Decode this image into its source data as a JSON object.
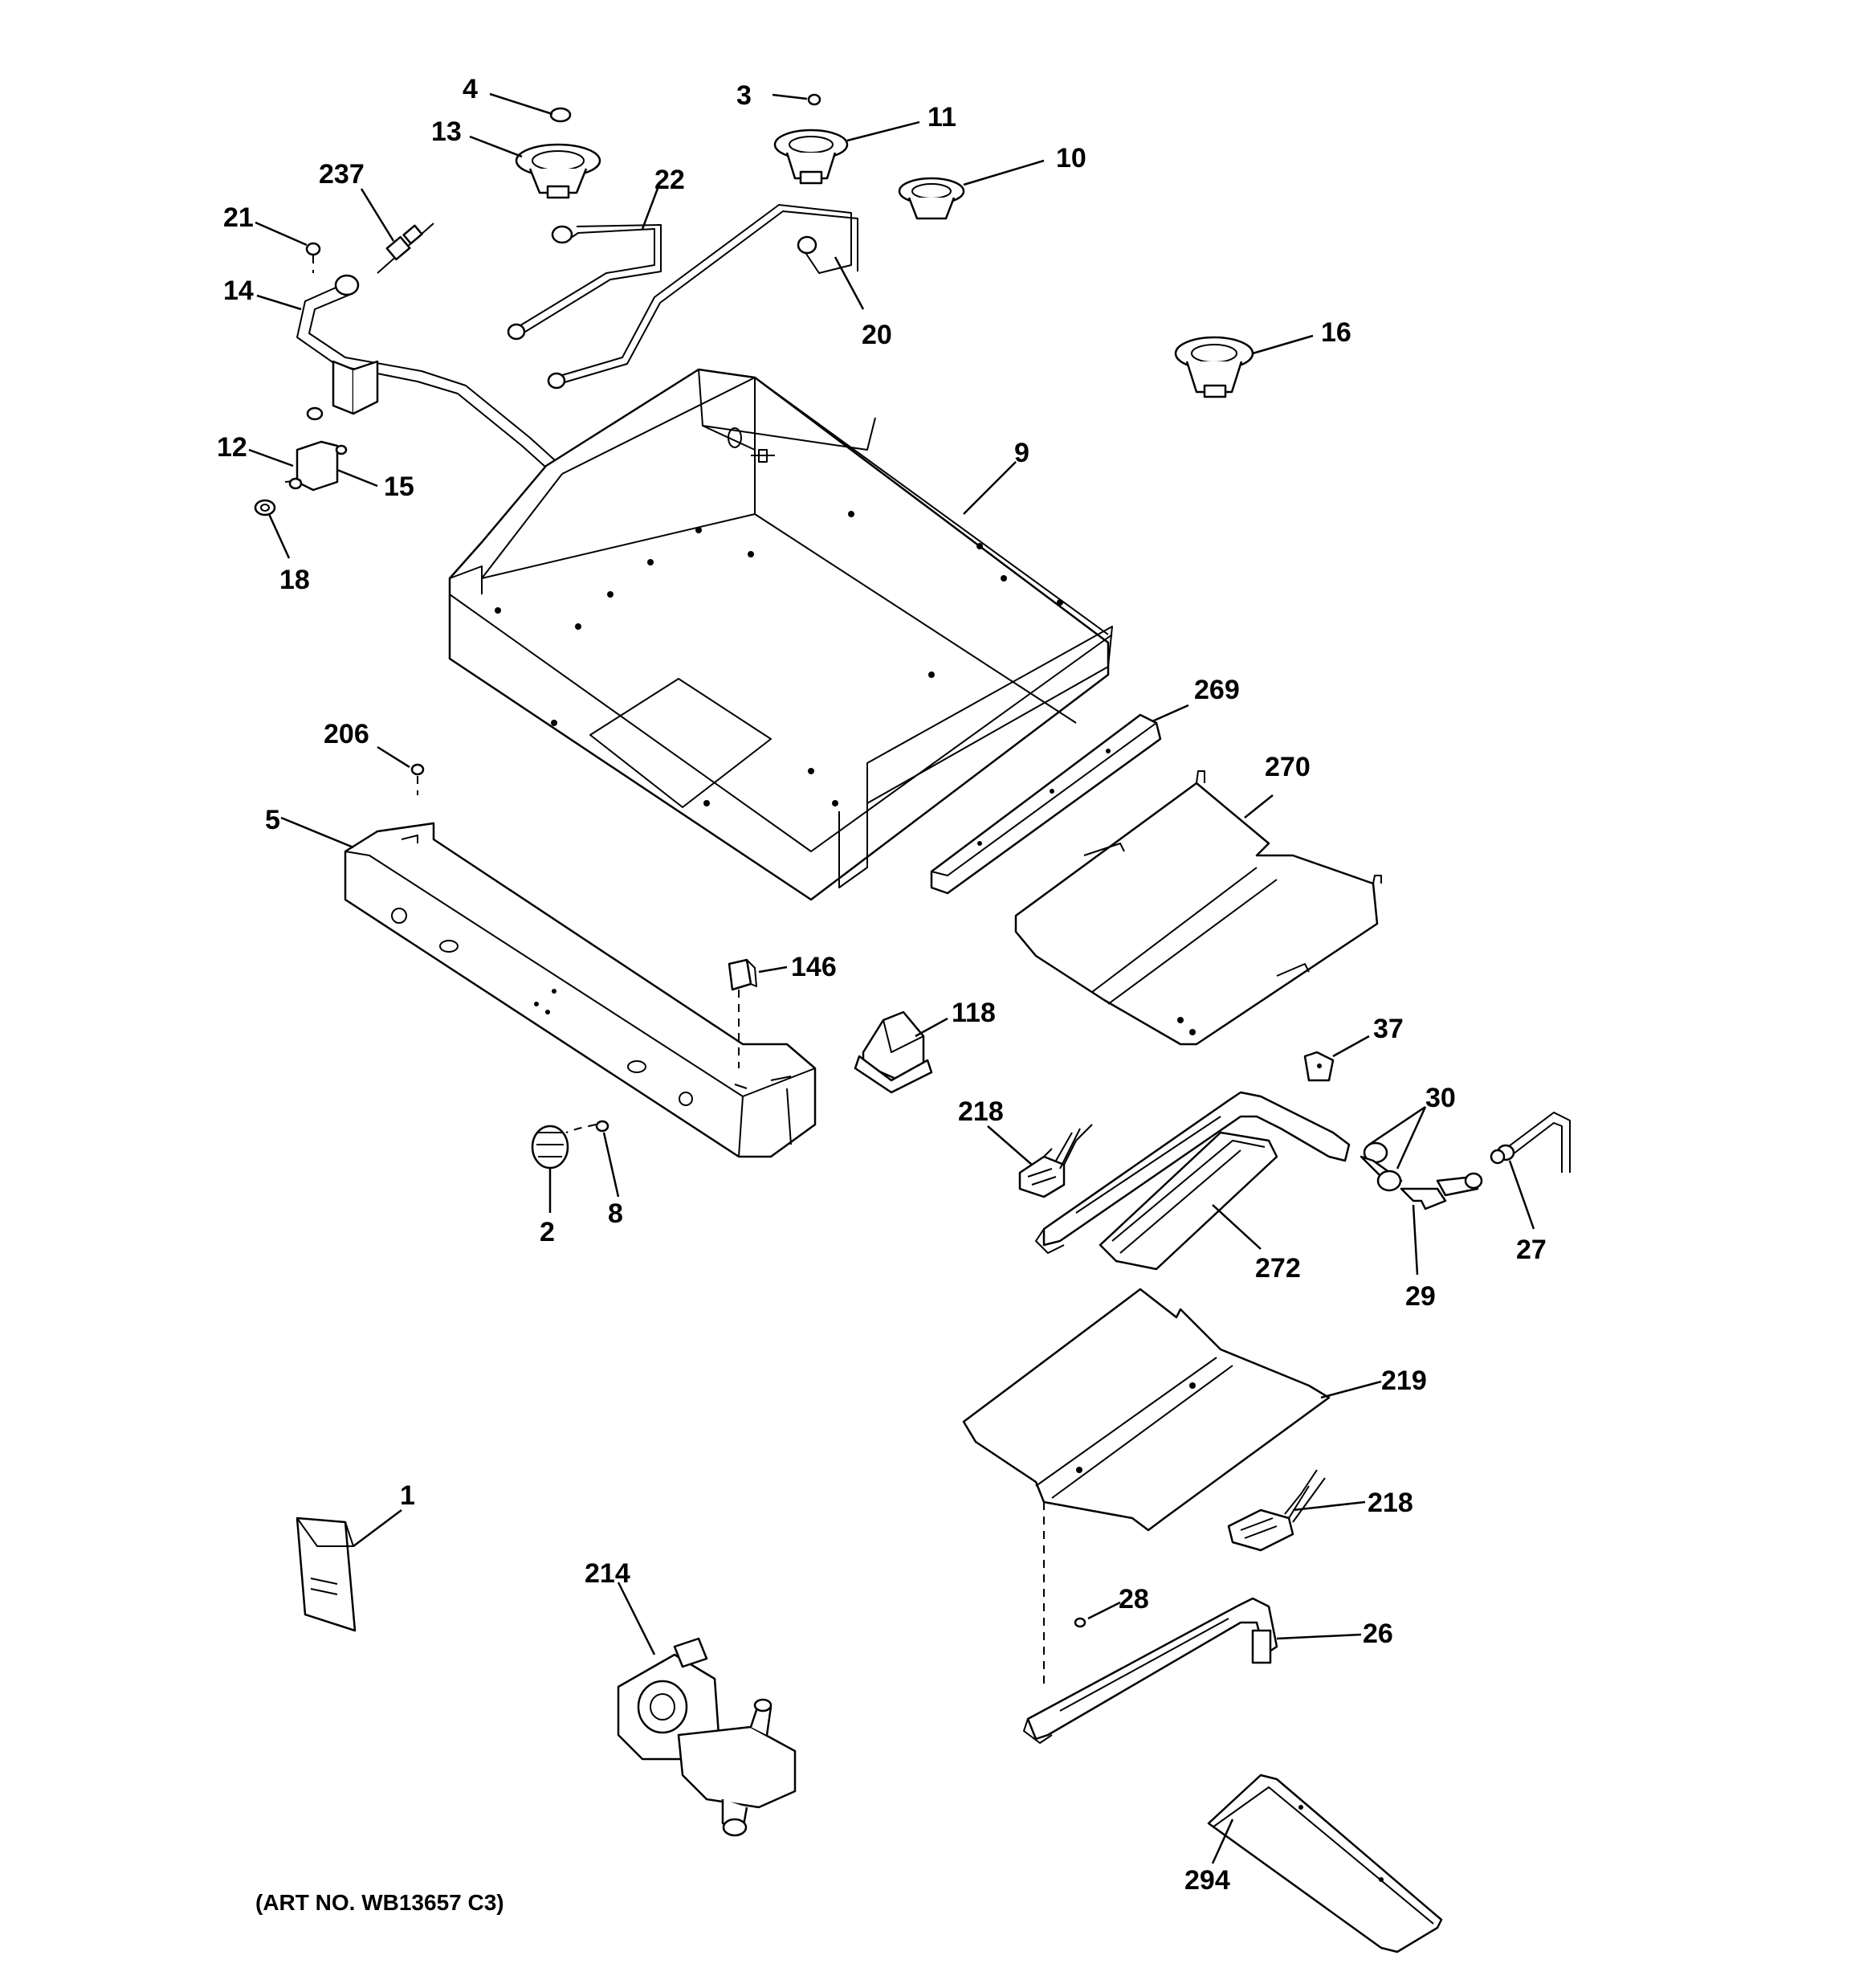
{
  "art_number": "(ART NO. WB13657 C3)",
  "callouts": {
    "c1": "1",
    "c2": "2",
    "c3": "3",
    "c4": "4",
    "c5": "5",
    "c8": "8",
    "c9": "9",
    "c10": "10",
    "c11": "11",
    "c12": "12",
    "c13": "13",
    "c14": "14",
    "c15": "15",
    "c16": "16",
    "c18": "18",
    "c20": "20",
    "c21": "21",
    "c22": "22",
    "c26": "26",
    "c27": "27",
    "c28": "28",
    "c29": "29",
    "c30": "30",
    "c37": "37",
    "c118": "118",
    "c146": "146",
    "c206": "206",
    "c214": "214",
    "c218a": "218",
    "c218b": "218",
    "c219": "219",
    "c237": "237",
    "c269": "269",
    "c270": "270",
    "c272": "272",
    "c294": "294"
  }
}
